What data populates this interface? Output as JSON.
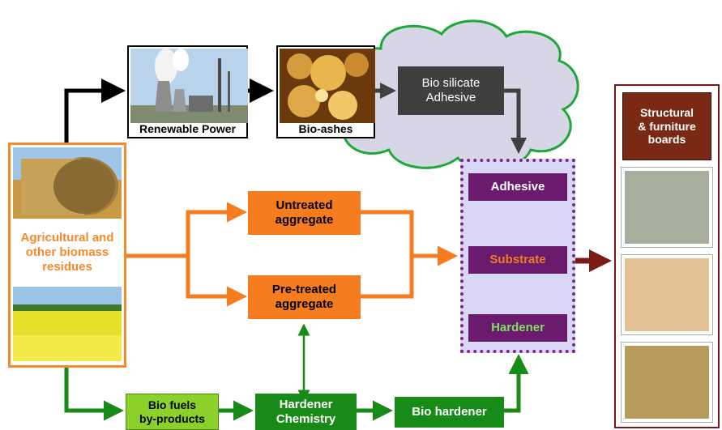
{
  "colors": {
    "black_arrow": "#000000",
    "orange_arrow": "#f57c1f",
    "green_arrow": "#178a17",
    "maroon_arrow": "#7a1a14",
    "cloud_fill": "#d6d6e6",
    "cloud_stroke": "#1fa83a",
    "purple_box": "#6a1b6e",
    "dashed_panel_fill": "#d9d7f5",
    "substrate_text": "#f57c1f",
    "hardener_text": "#7fe060"
  },
  "images": {
    "power_plant": "power-plant-photo",
    "bio_ash": "bio-ash-photo",
    "hay_bale": "hay-bale-photo",
    "rapeseed_field": "rapeseed-field-photo",
    "board_1": "grey-board-photo",
    "board_2": "light-board-photo",
    "board_3": "tan-board-photo"
  },
  "nodes": {
    "renewable_power": "Renewable Power",
    "bio_ashes": "Bio-ashes",
    "bio_silicate_adhesive": "Bio silicate\nAdhesive",
    "agricultural_residues": "Agricultural and\nother biomass\nresidues",
    "untreated_aggregate": "Untreated\naggregate",
    "pretreated_aggregate": "Pre-treated\naggregate",
    "adhesive": "Adhesive",
    "substrate": "Substrate",
    "hardener": "Hardener",
    "structural_boards": "Structural\n& furniture\nboards",
    "bio_fuels": "Bio fuels\nby-products",
    "hardener_chemistry": "Hardener\nChemistry",
    "bio_hardener": "Bio hardener"
  }
}
